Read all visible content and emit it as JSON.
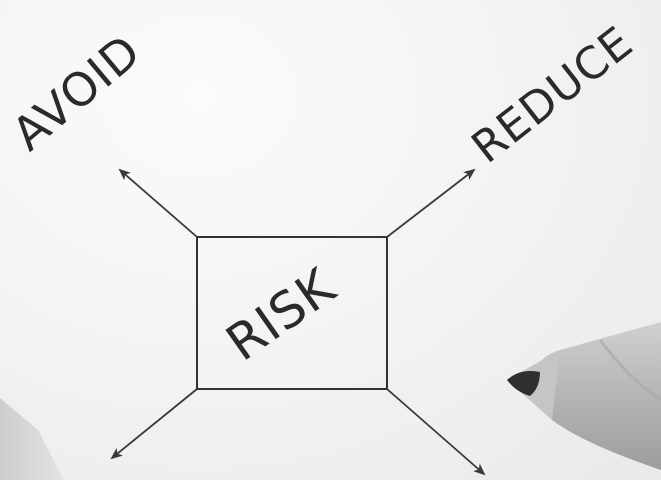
{
  "diagram": {
    "center_label": "RISK",
    "top_left_label": "AVOID",
    "top_right_label": "REDUCE"
  },
  "colors": {
    "ink": "#2a2a2a",
    "paper": "#f4f4f3",
    "pencil_body": "#b9bab9",
    "pencil_tip": "#2f2f2f"
  }
}
